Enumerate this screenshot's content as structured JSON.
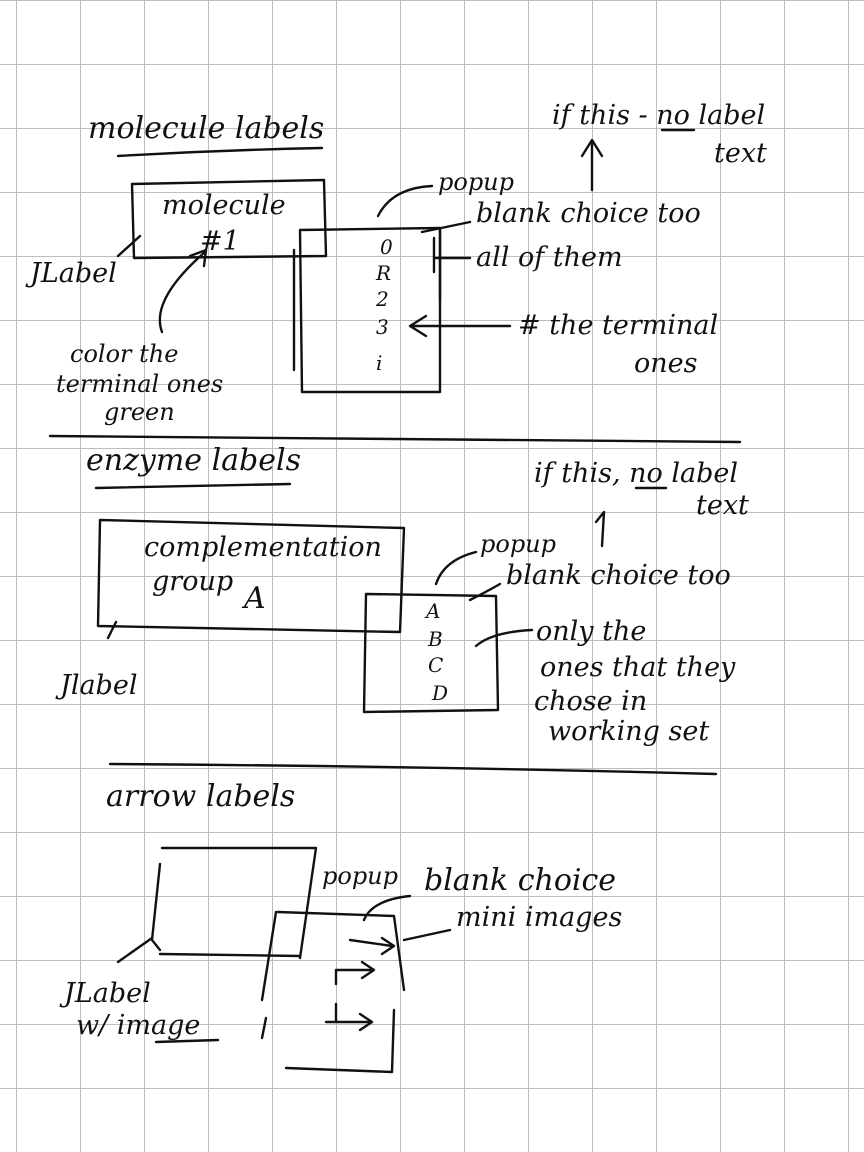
{
  "molecule": {
    "heading": "molecule labels",
    "box_line1": "molecule",
    "box_line2": "#1",
    "jlabel": "JLabel",
    "note_color": [
      "color the",
      "terminal ones",
      "green"
    ],
    "popup": "popup",
    "blank_choice": "blank choice too",
    "all_of_them": "all of them",
    "terminal_note": [
      "# the terminal",
      "ones"
    ],
    "no_label_note": [
      "if this - no label",
      "text"
    ],
    "items": [
      "0",
      "R",
      "2",
      "3",
      "i"
    ]
  },
  "enzyme": {
    "heading": "enzyme labels",
    "box_line1": "complementation",
    "box_line2": "group",
    "box_letter": "A",
    "jlabel": "Jlabel",
    "popup": "popup",
    "blank_choice": "blank choice too",
    "no_label_note": [
      "if this, no label",
      "text"
    ],
    "only_note": [
      "only the",
      "ones that they",
      "chose in",
      "working set"
    ],
    "items": [
      "A",
      "B",
      "C",
      "D"
    ]
  },
  "arrow": {
    "heading": "arrow labels",
    "popup": "popup",
    "blank_choice": "blank choice",
    "mini_images": "mini images",
    "jlabel": "JLabel",
    "jlabel_sub": "w/ image"
  }
}
